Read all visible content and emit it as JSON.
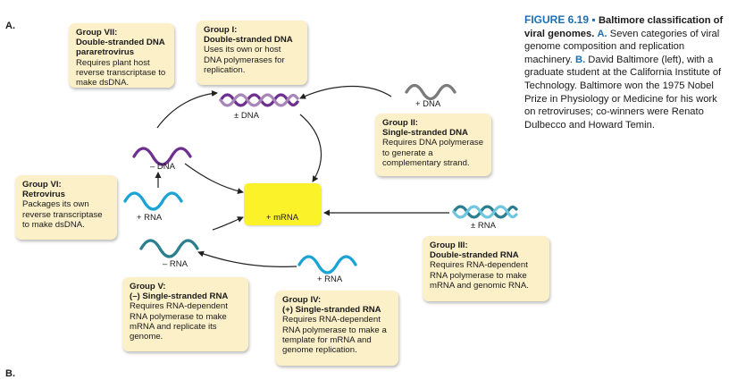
{
  "panel_labels": {
    "a": "A.",
    "b": "B."
  },
  "groups": {
    "g1": {
      "title": "Group I:",
      "subtitle": "Double-stranded DNA",
      "desc": "Uses its own or host DNA polymerases for replication."
    },
    "g2": {
      "title": "Group II:",
      "subtitle": "Single-stranded DNA",
      "desc": "Requires DNA polymerase to generate a complementary strand."
    },
    "g3": {
      "title": "Group III:",
      "subtitle": "Double-stranded RNA",
      "desc": "Requires RNA-dependent RNA polymerase to make mRNA and genomic RNA."
    },
    "g4": {
      "title": "Group IV:",
      "subtitle": "(+) Single-stranded RNA",
      "desc": "Requires RNA-dependent RNA polymerase to make a template for mRNA and genome replication."
    },
    "g5": {
      "title": "Group V:",
      "subtitle": "(–) Single-stranded RNA",
      "desc": "Requires RNA-dependent RNA polymerase to make mRNA and replicate its genome."
    },
    "g6": {
      "title": "Group VI:",
      "subtitle": "Retrovirus",
      "desc": "Packages its own reverse transcriptase to make dsDNA."
    },
    "g7": {
      "title": "Group VII:",
      "subtitle": "Double-stranded DNA pararetrovirus",
      "desc": "Requires plant host reverse transcriptase to make dsDNA."
    }
  },
  "molecules": {
    "ds_dna": "± DNA",
    "plus_dna": "+ DNA",
    "minus_dna": "– DNA",
    "plus_rna_left": "+ RNA",
    "mrna": "+ mRNA",
    "ds_rna": "± RNA",
    "minus_rna": "– RNA",
    "plus_rna_bottom": "+ RNA"
  },
  "caption": {
    "figure": "FIGURE 6.19",
    "separator": " ▪ ",
    "title": "Baltimore classification of viral genomes.",
    "part_a_label": "A.",
    "part_a_text": " Seven categories of viral genome composition and replication machinery.",
    "part_b_label": " B.",
    "part_b_text": " David Baltimore (left), with a graduate student at the California Institute of Technology. Baltimore won the 1975 Nobel Prize in Physiology or Medicine for his work on retroviruses; co-winners were Renato Dulbecco and Howard Temin."
  },
  "colors": {
    "box_fill": "#fbf0c8",
    "mrna_fill": "#fcf22a",
    "dna_purple": "#6e2f8f",
    "rna_cyan": "#1aa3d4",
    "rna_teal": "#2a7f8f",
    "arrow": "#222222",
    "caption_blue": "#1d6fb3"
  },
  "icons": [
    "double-helix-icon",
    "wave-strand-icon",
    "arrow-icon"
  ]
}
